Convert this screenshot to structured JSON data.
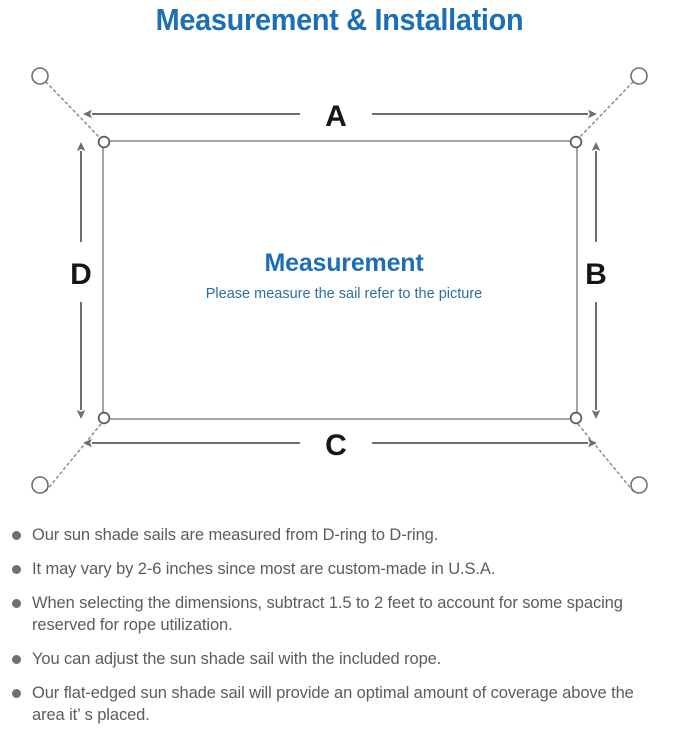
{
  "page": {
    "title": "Measurement & Installation",
    "title_color": "#1b6fb5",
    "background": "#ffffff"
  },
  "diagram": {
    "name": "sun-shade-sail-measurement-diagram",
    "line_color": "#7d7d7d",
    "sail": {
      "center_title": "Measurement",
      "center_subtitle": "Please measure the sail refer to the picture",
      "center_title_color": "#1b6fb5",
      "center_subtitle_color": "#2a6ea5"
    },
    "dimension_labels": {
      "top": "A",
      "right": "B",
      "bottom": "C",
      "left": "D"
    },
    "d_rings": [
      {
        "position": "top-left"
      },
      {
        "position": "top-right"
      },
      {
        "position": "bottom-left"
      },
      {
        "position": "bottom-right"
      }
    ],
    "anchor_points": [
      {
        "position": "top-left"
      },
      {
        "position": "top-right"
      },
      {
        "position": "bottom-left"
      },
      {
        "position": "bottom-right"
      }
    ]
  },
  "notes": {
    "bullet_color": "#6f6f6f",
    "text_color": "#5c5c5c",
    "items": [
      "Our sun shade sails are measured from D-ring to D-ring.",
      "It may vary by 2-6 inches since most are custom-made in U.S.A.",
      "When selecting the dimensions, subtract 1.5 to 2 feet to account for some spacing reserved for rope utilization.",
      "You can adjust the sun shade sail with the included rope.",
      "Our flat-edged sun shade sail will provide an optimal amount of coverage above the area it’ s placed."
    ]
  }
}
